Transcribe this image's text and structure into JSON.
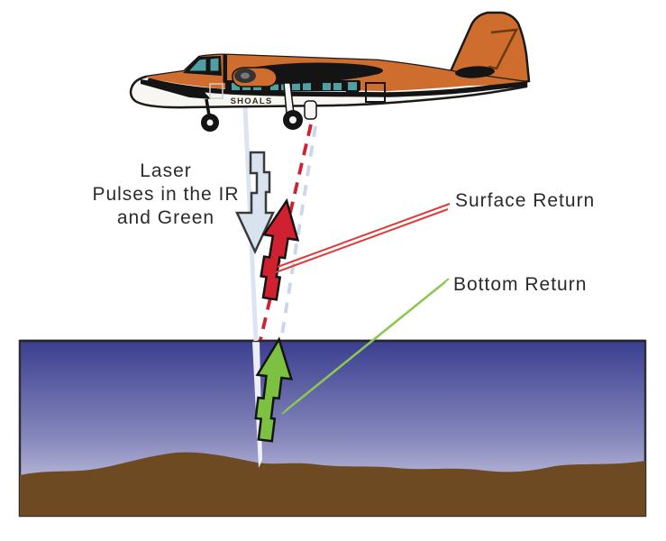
{
  "labels": {
    "laser_pulses_line1": "Laser",
    "laser_pulses_line2": "Pulses in the IR",
    "laser_pulses_line3": "and Green",
    "surface_return": "Surface Return",
    "bottom_return": "Bottom Return",
    "aircraft_livery": "SHOALS"
  },
  "colors": {
    "text_dark": "#2b2b2b",
    "aircraft_orange": "#CE6D2E",
    "window_teal": "#4FA0A5",
    "laser_pulse_blue": "#D9E2EF",
    "surface_return_red": "#CF2130",
    "bottom_return_green": "#7CC142",
    "water_surface_blue": "#3B3E8F",
    "water_deep_light": "#DDDBEE",
    "seafloor_brown": "#6E4A22"
  }
}
